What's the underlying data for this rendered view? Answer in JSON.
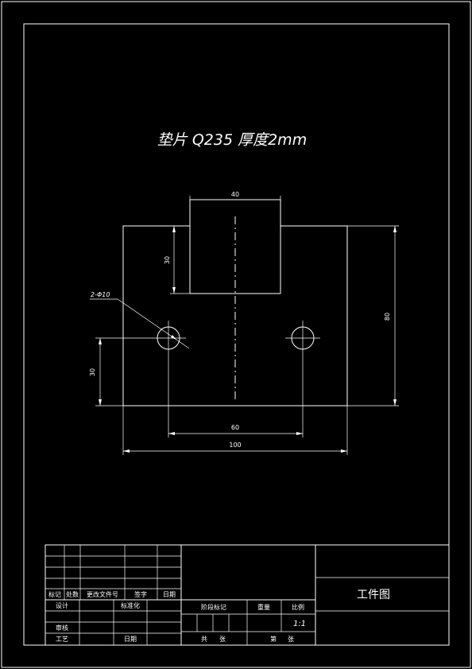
{
  "drawing": {
    "title": "垫片 Q235 厚度2mm",
    "dimensions": {
      "top_width": "40",
      "tab_height": "30",
      "hole_spacing": "60",
      "total_width": "100",
      "total_height": "80",
      "hole_height": "30",
      "hole_callout": "2-Φ10"
    }
  },
  "title_block": {
    "drawing_name": "工件图",
    "scale": "1:1",
    "labels": {
      "mark": "标记",
      "count": "处数",
      "change_doc": "更改文件号",
      "signature": "签字",
      "date": "日期",
      "design": "设计",
      "standardization": "标准化",
      "review": "审核",
      "process": "工艺",
      "date2": "日期",
      "stage_mark": "阶段标记",
      "weight": "重量",
      "ratio": "比例",
      "total": "共",
      "sheet": "张",
      "page": "第",
      "sheet2": "张"
    }
  }
}
